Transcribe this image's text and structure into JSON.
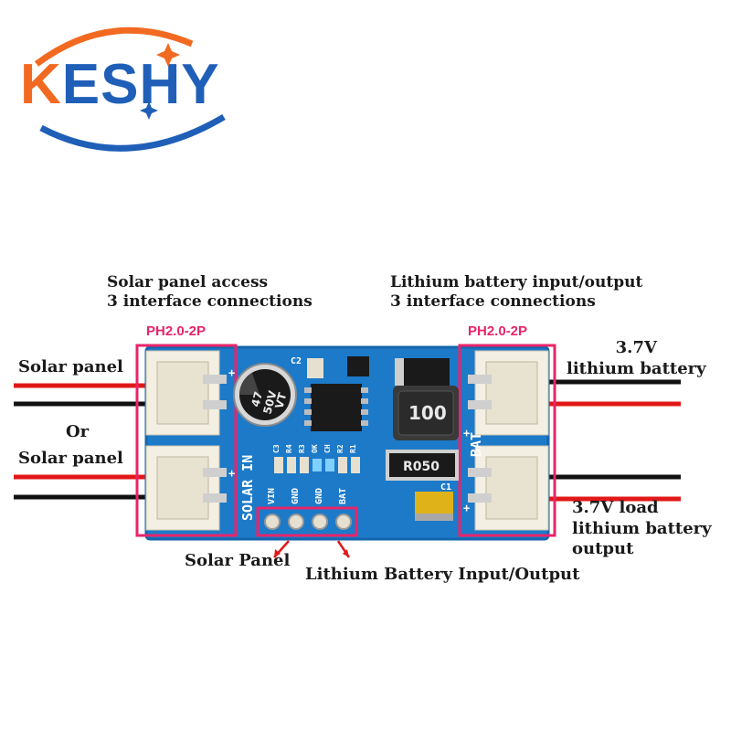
{
  "brand": {
    "logo_text_first": "K",
    "logo_text_rest": "ESHY",
    "primary_color": "#f26a21",
    "secondary_color": "#1f5fb8"
  },
  "annotations": {
    "left_title_line1": "Solar panel access",
    "left_title_line2": "3 interface connections",
    "right_title_line1": "Lithium battery input/output",
    "right_title_line2": "3 interface connections",
    "left_connector_type": "PH2.0-2P",
    "right_connector_type": "PH2.0-2P",
    "solar_panel_top": "Solar panel",
    "or": "Or",
    "solar_panel_bottom": "Solar panel",
    "battery_top_line1": "3.7V",
    "battery_top_line2": "lithium battery",
    "load_line1": "3.7V load",
    "load_line2": "lithium battery",
    "load_line3": "output",
    "pin_solar": "Solar Panel",
    "pin_battery": "Lithium Battery Input/Output"
  },
  "board": {
    "silk_solar_in": "SOLAR IN",
    "silk_bat": "BAT",
    "capacitor_line1": "47",
    "capacitor_line2": "50V",
    "capacitor_line3": "VT",
    "inductor": "100",
    "resistor": "R050",
    "c2": "C2",
    "c1": "C1",
    "pins": [
      "VIN",
      "GND",
      "GND",
      "BAT"
    ],
    "smd_labels": [
      "C3",
      "R4",
      "R3",
      "OK",
      "CH",
      "R2",
      "R1"
    ],
    "pcb_color": "#1c7ac9"
  }
}
